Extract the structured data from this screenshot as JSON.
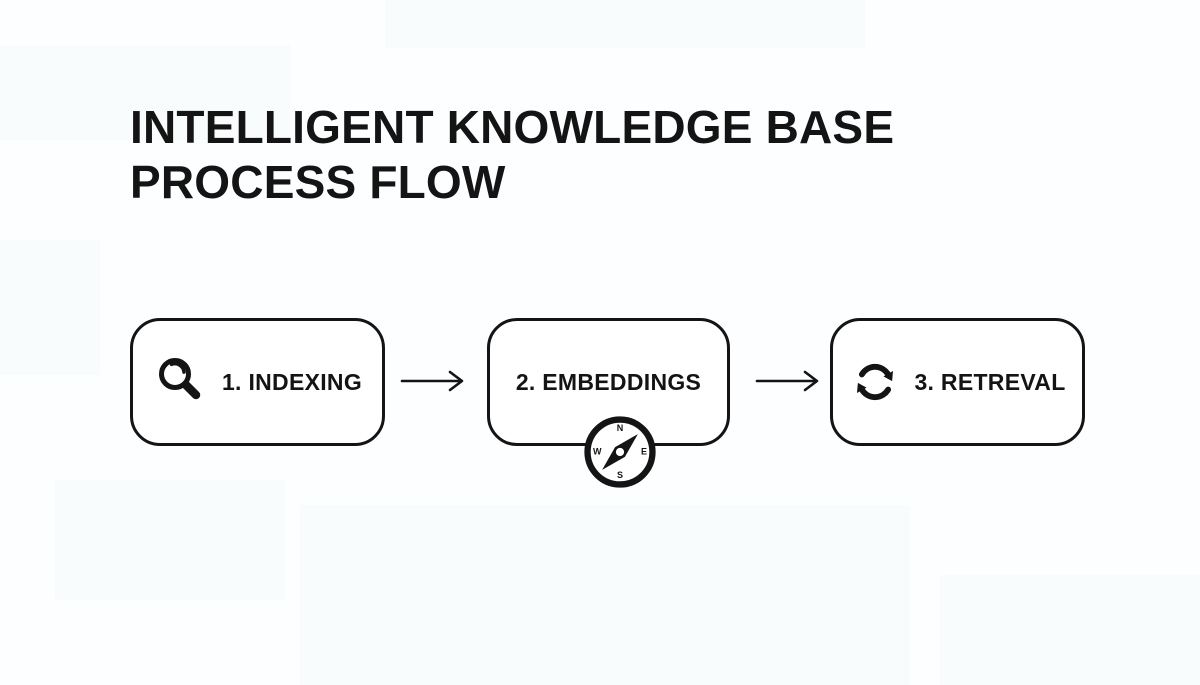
{
  "title": {
    "line1": "INTELLIGENT KNOWLEDGE BASE",
    "line2": "PROCESS FLOW"
  },
  "flow": {
    "steps": [
      {
        "label": "1. INDEXING",
        "icon": "magnifier-icon"
      },
      {
        "label": "2. EMBEDDINGS",
        "icon": "compass-icon"
      },
      {
        "label": "3. RETREVAL",
        "icon": "sync-icon"
      }
    ],
    "connector_icon": "arrow-right-icon",
    "compass": {
      "north": "N",
      "east": "E",
      "south": "S",
      "west": "W"
    }
  },
  "colors": {
    "ink": "#141414",
    "box_background": "#ffffff",
    "page_background": "#fcfeff"
  }
}
